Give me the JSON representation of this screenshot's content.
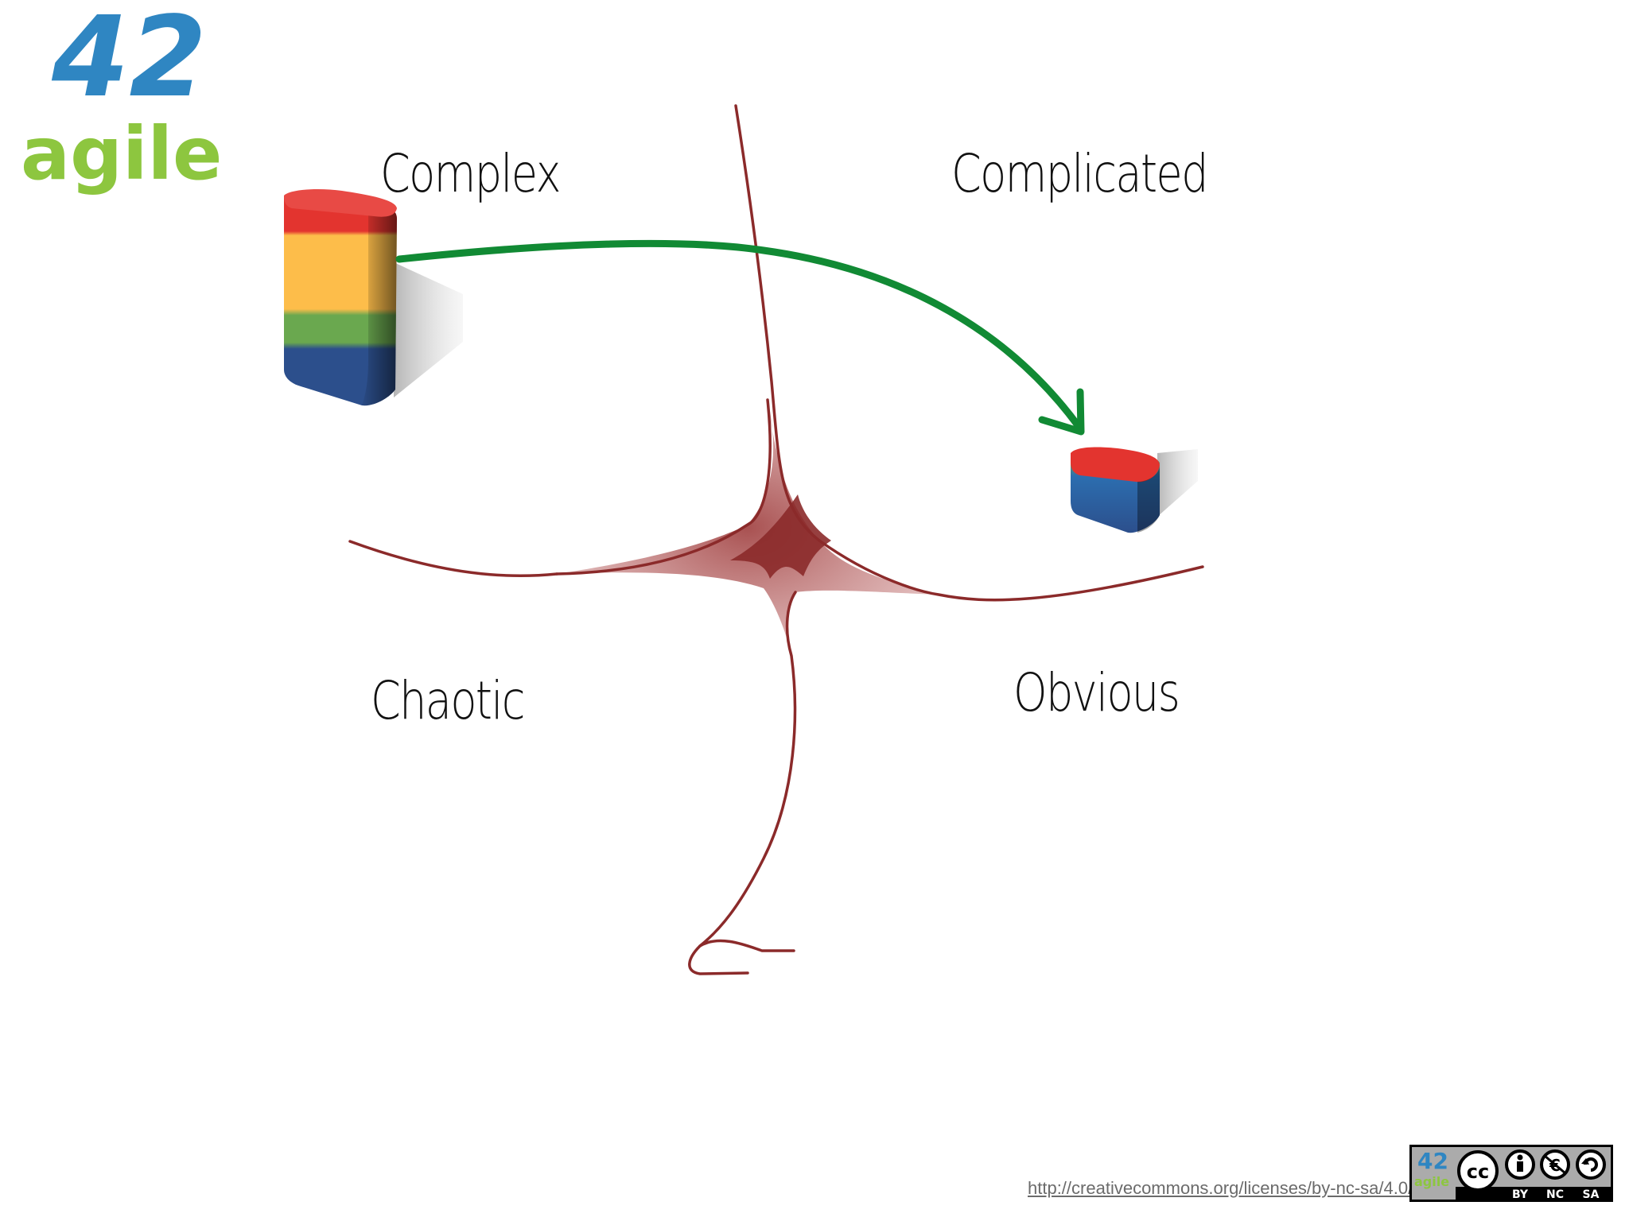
{
  "logo": {
    "number": "42",
    "word": "agile",
    "number_color": "#2f86c2",
    "word_color": "#8dc63f"
  },
  "domains": {
    "complex": "Complex",
    "complicated": "Complicated",
    "chaotic": "Chaotic",
    "obvious": "Obvious"
  },
  "colors": {
    "boundary": "#8b2a2a",
    "arrow": "#118a34",
    "block_red": "#e3342f",
    "block_yellow": "#fdbd4a",
    "block_green": "#6aa84f",
    "block_blue": "#2c4f8c"
  },
  "footer": {
    "license_url_text": "http://creativecommons.org/licenses/by-nc-sa/4.0/",
    "badge": {
      "logo_number": "42",
      "logo_word": "agile",
      "cc": "cc",
      "by": "BY",
      "nc": "NC",
      "sa": "SA"
    }
  }
}
